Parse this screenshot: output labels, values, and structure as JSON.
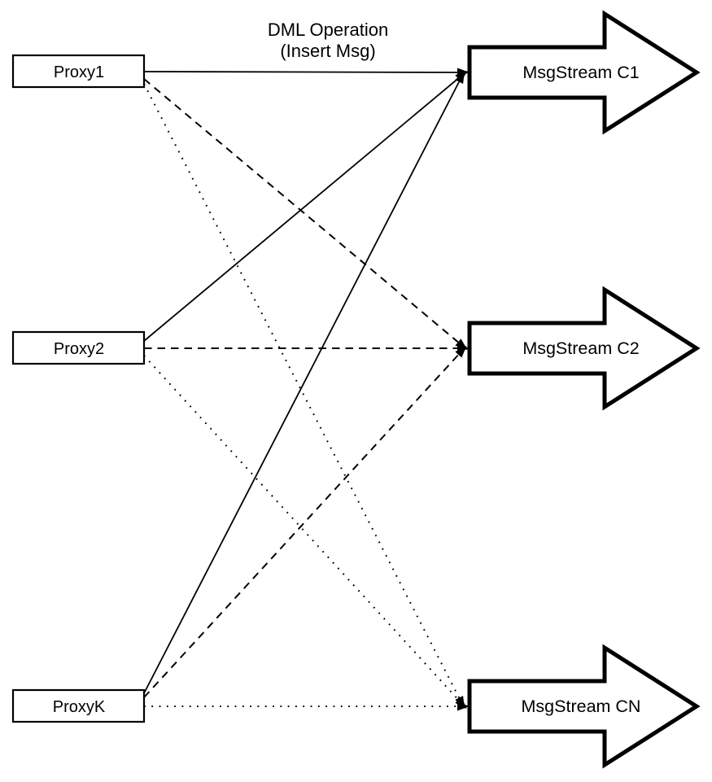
{
  "title": {
    "line1": "DML Operation",
    "line2": "(Insert Msg)"
  },
  "diagram": {
    "proxies": [
      {
        "id": "proxy1",
        "label": "Proxy1"
      },
      {
        "id": "proxy2",
        "label": "Proxy2"
      },
      {
        "id": "proxyk",
        "label": "ProxyK"
      }
    ],
    "streams": [
      {
        "id": "msgstream-c1",
        "label": "MsgStream C1",
        "incoming_line_style": "solid"
      },
      {
        "id": "msgstream-c2",
        "label": "MsgStream C2",
        "incoming_line_style": "dashed"
      },
      {
        "id": "msgstream-cn",
        "label": "MsgStream CN",
        "incoming_line_style": "dotted"
      }
    ],
    "edges": [
      {
        "from": "Proxy1",
        "to": "MsgStream C1",
        "style": "solid"
      },
      {
        "from": "Proxy1",
        "to": "MsgStream C2",
        "style": "dashed"
      },
      {
        "from": "Proxy1",
        "to": "MsgStream CN",
        "style": "dotted"
      },
      {
        "from": "Proxy2",
        "to": "MsgStream C1",
        "style": "solid"
      },
      {
        "from": "Proxy2",
        "to": "MsgStream C2",
        "style": "dashed"
      },
      {
        "from": "Proxy2",
        "to": "MsgStream CN",
        "style": "dotted"
      },
      {
        "from": "ProxyK",
        "to": "MsgStream C1",
        "style": "solid"
      },
      {
        "from": "ProxyK",
        "to": "MsgStream C2",
        "style": "dashed"
      },
      {
        "from": "ProxyK",
        "to": "MsgStream CN",
        "style": "dotted"
      }
    ]
  },
  "colors": {
    "stroke": "#000000",
    "node_fill": "#ffffff",
    "background": "#ffffff"
  }
}
